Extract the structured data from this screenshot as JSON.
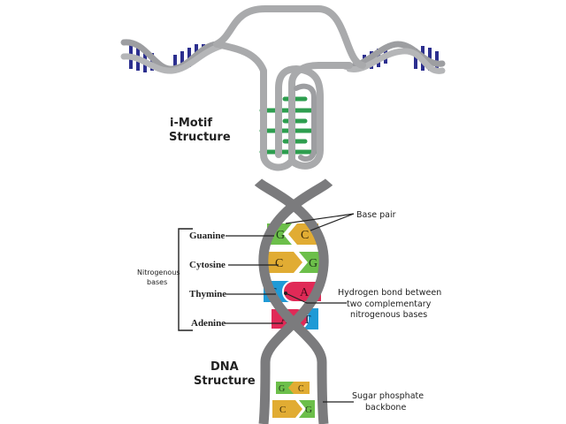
{
  "imotif": {
    "title_line1": "i-Motif",
    "title_line2": "Structure"
  },
  "dna": {
    "title_line1": "DNA",
    "title_line2": "Structure"
  },
  "group_label": {
    "line1": "Nitrogenous",
    "line2": "bases"
  },
  "bases": {
    "guanine": "Guanine",
    "cytosine": "Cytosine",
    "thymine": "Thymine",
    "adenine": "Adenine"
  },
  "pairs": [
    {
      "left": "G",
      "right": "C"
    },
    {
      "left": "C",
      "right": "G"
    },
    {
      "left": "T",
      "right": "A"
    },
    {
      "left": "A",
      "right": "T"
    },
    {
      "left": "G",
      "right": "C"
    },
    {
      "left": "C",
      "right": "G"
    }
  ],
  "annotations": {
    "base_pair": "Base pair",
    "hbond_line1": "Hydrogen bond between",
    "hbond_line2": "two complementary",
    "hbond_line3": "nitrogenous bases",
    "backbone_line1": "Sugar phosphate",
    "backbone_line2": "backbone"
  },
  "colors": {
    "backbone": "#7b7b7d",
    "guanine": "#6cbf4a",
    "cytosine": "#e1ac33",
    "thymine": "#1f9ad6",
    "adenine": "#e02a57",
    "imotif_tube": "#a9aaac",
    "imotif_bond": "#2e9e4f",
    "helix_base": "#2c2f8f"
  }
}
